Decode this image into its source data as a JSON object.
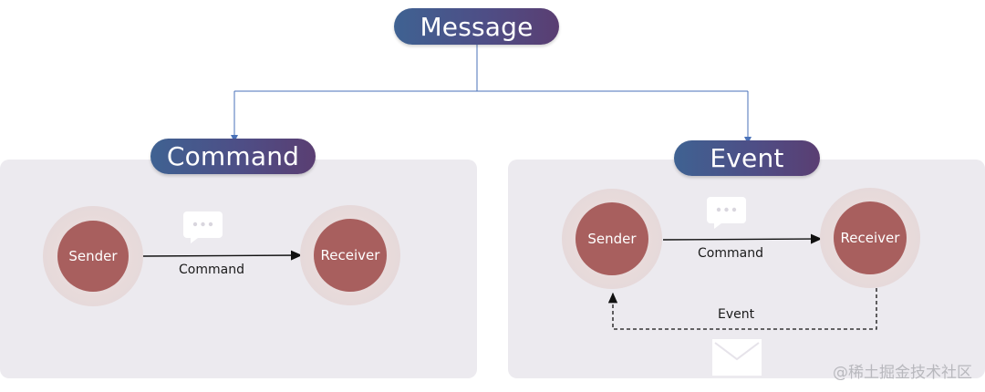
{
  "root": {
    "label": "Message"
  },
  "left": {
    "title": "Command",
    "sender": "Sender",
    "receiver": "Receiver",
    "arrow_label": "Command",
    "icon": "chat-bubble-icon"
  },
  "right": {
    "title": "Event",
    "sender": "Sender",
    "receiver": "Receiver",
    "command_label": "Command",
    "event_label": "Event",
    "icons": [
      "chat-bubble-icon",
      "envelope-icon"
    ]
  },
  "colors": {
    "pill_start": "#3f6292",
    "pill_end": "#5a3e72",
    "node": "#a85f5e",
    "panel": "#eceaef",
    "connector": "#4a72b8"
  },
  "watermark": "@稀土掘金技术社区"
}
